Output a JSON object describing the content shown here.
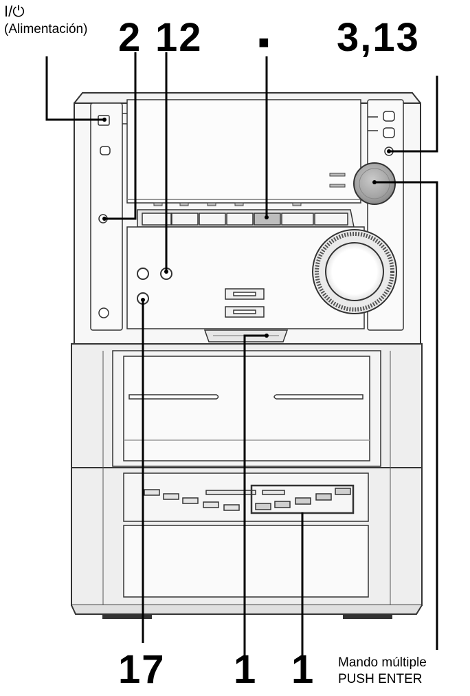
{
  "callouts": {
    "power_symbol": "I/⏻",
    "power_text": "(Alimentación)",
    "c2": "2",
    "c12": "12",
    "stop_symbol": "■",
    "c3_13": "3,13",
    "c17": "17",
    "c1a": "1",
    "c1b": "1",
    "knob_line1": "Mando múltiple",
    "knob_line2": "PUSH ENTER"
  },
  "colors": {
    "outline": "#333333",
    "panel_light": "#f4f4f4",
    "panel_mid": "#e2e2e2",
    "panel_dark": "#c8c8c8",
    "knob_grey": "#a9a9a9"
  }
}
